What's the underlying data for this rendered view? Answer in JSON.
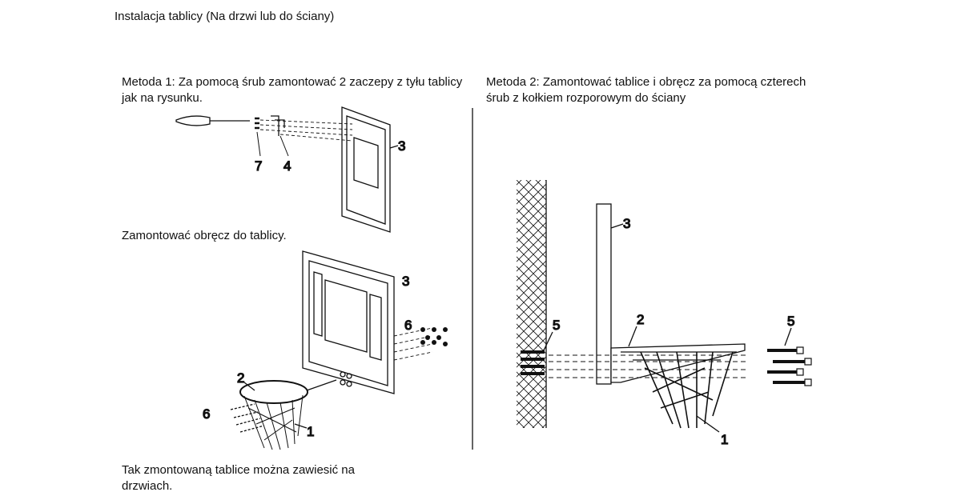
{
  "title": "Instalacja tablicy (Na drzwi lub do ściany)",
  "method1": {
    "heading": "Metoda 1: Za pomocą śrub zamontować 2 zaczepy z tyłu tablicy jak na rysunku.",
    "step2": "Zamontować obręcz do tablicy.",
    "step3": "Tak zmontowaną tablice można zawiesić na drzwiach.",
    "labels": {
      "screw": "7",
      "hook": "4",
      "board_a": "3",
      "board_b": "3",
      "bolts_a": "6",
      "bolts_b": "6",
      "rim": "2",
      "net": "1"
    }
  },
  "method2": {
    "heading": "Metoda 2: Zamontować tablice i obręcz za pomocą czterech śrub z kołkiem rozporowym do ściany",
    "labels": {
      "anchors_wall": "5",
      "board": "3",
      "rim": "2",
      "anchors": "5",
      "net": "1"
    }
  }
}
